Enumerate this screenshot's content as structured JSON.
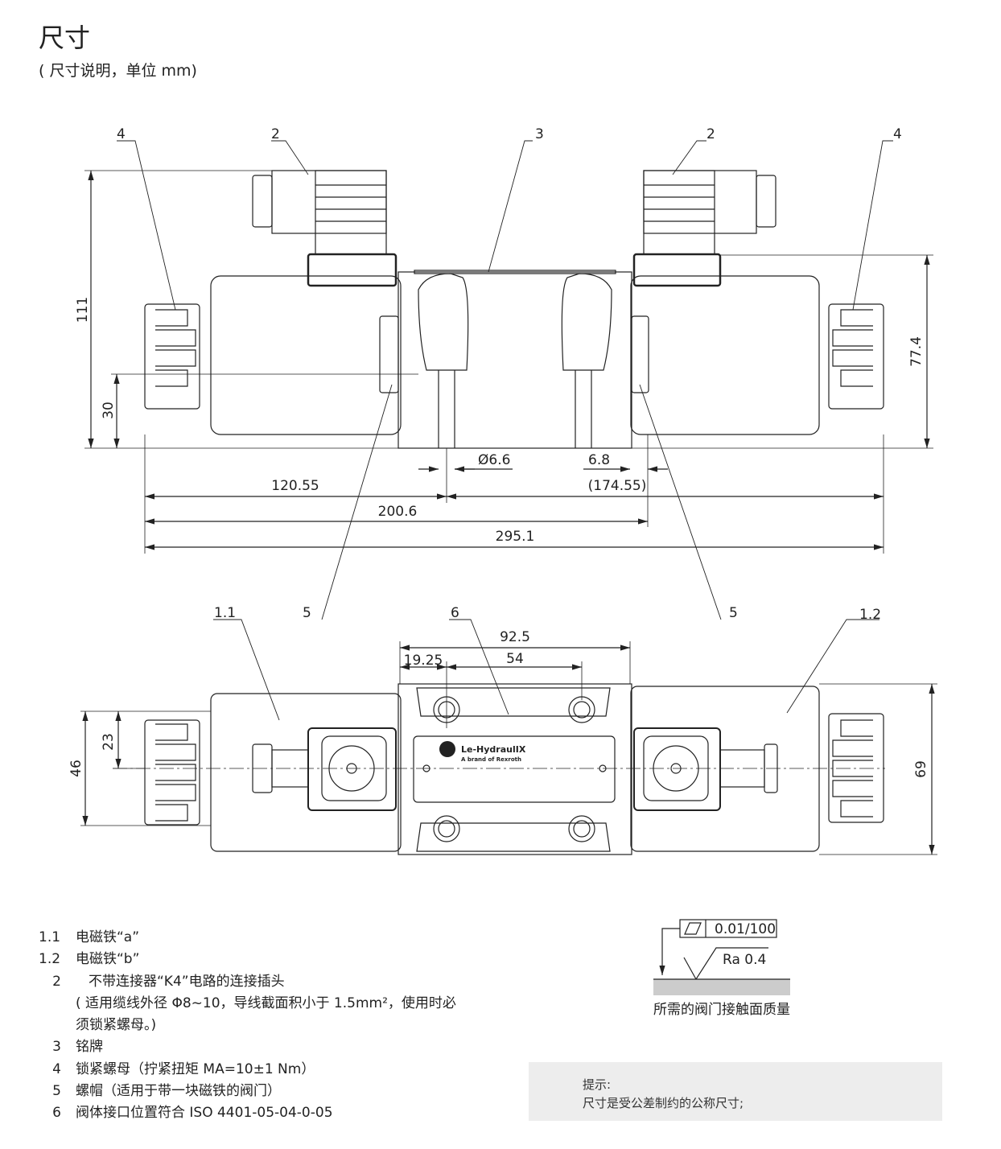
{
  "title": "尺寸",
  "subtitle": "( 尺寸说明，单位 mm)",
  "top_view": {
    "callouts": [
      "4",
      "2",
      "3",
      "2",
      "4"
    ],
    "dims": {
      "h111": "111",
      "h30": "30",
      "h774": "77.4",
      "d66": "Ø6.6",
      "d68": "6.8",
      "d12055": "120.55",
      "d17455": "(174.55)",
      "d2006": "200.6",
      "d2951": "295.1"
    }
  },
  "bottom_view": {
    "callouts": [
      "1.1",
      "5",
      "6",
      "5",
      "1.2"
    ],
    "dims": {
      "d925": "92.5",
      "d1925": "19.25",
      "d54": "54",
      "h46": "46",
      "h23": "23",
      "h69": "69"
    },
    "nameplate": {
      "brand": "Le-HydraulIX",
      "tagline": "A brand of Rexroth"
    }
  },
  "legend": [
    {
      "num": "1.1",
      "text": "电磁铁“a”"
    },
    {
      "num": "1.2",
      "text": "电磁铁“b”"
    },
    {
      "num": "2",
      "text": "不带连接器“K4”电路的连接插头"
    },
    {
      "num": "",
      "text": "( 适用缆线外径 Φ8~10，导线截面积小于 1.5mm²，使用时必"
    },
    {
      "num": "",
      "text": "须锁紧螺母。)"
    },
    {
      "num": "3",
      "text": "铭牌"
    },
    {
      "num": "4",
      "text": "锁紧螺母（拧紧扭矩 MA=10±1 Nm）"
    },
    {
      "num": "5",
      "text": "螺帽（适用于带一块磁铁的阀门）"
    },
    {
      "num": "6",
      "text": "阀体接口位置符合 ISO 4401-05-04-0-05"
    }
  ],
  "surface": {
    "flatness": "0.01/100",
    "roughness": "Ra 0.4",
    "caption": "所需的阀门接触面质量"
  },
  "note": {
    "label": "提示:",
    "text": "尺寸是受公差制约的公称尺寸;"
  }
}
